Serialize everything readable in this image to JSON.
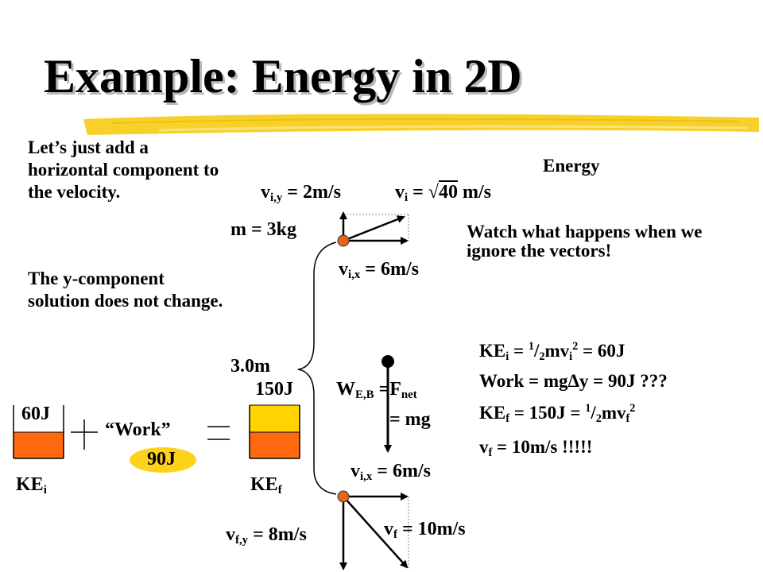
{
  "slide": {
    "title": "Example:  Energy in 2D",
    "intro_1": "Let’s just add a horizontal component to the velocity.",
    "intro_2": "The y-component solution does not change.",
    "energy_heading": "Energy",
    "watch_note": "Watch what happens when we ignore the vectors!"
  },
  "top_diagram": {
    "viy_sym": "v",
    "viy_sub": "i,y",
    "viy_val": " = 2m/s",
    "vi_sym": "v",
    "vi_sub": "i",
    "vi_eq": " = √",
    "vi_rad": "40",
    "vi_unit": "  m/s",
    "mass": "m = 3kg",
    "vix_sym": "v",
    "vix_sub": "i,x",
    "vix_val": " = 6m/s"
  },
  "middle": {
    "height": "3.0m",
    "w_sym": "W",
    "w_sub": "E,B",
    "w_eq": " =F",
    "w_sub2": "net",
    "mg": "= mg",
    "vix2_sym": "v",
    "vix2_sub": "i,x",
    "vix2_val": " = 6m/s"
  },
  "bars": {
    "kei_value": "60J",
    "kei_sym": "KE",
    "kei_sub": "i",
    "work_label": "“Work”",
    "work_value": "90J",
    "kef_value": "150J",
    "kef_sym": "KE",
    "kef_sub": "f"
  },
  "equations": {
    "e1_a": "KE",
    "e1_b": "i",
    "e1_c": " = ",
    "e1_d": "1",
    "e1_e": "/",
    "e1_f": "2",
    "e1_g": "mv",
    "e1_h": "i",
    "e1_i": "2",
    "e1_j": " = 60J",
    "e2": "Work = mgΔy = 90J ???",
    "e3_a": "KE",
    "e3_b": "f",
    "e3_c": " =  150J  = ",
    "e3_d": "1",
    "e3_e": "/",
    "e3_f": "2",
    "e3_g": "mv",
    "e3_h": "f",
    "e3_i": "2",
    "e4_a": "v",
    "e4_b": "f",
    "e4_c": " =  10m/s !!!!!"
  },
  "bottom_diagram": {
    "vfy_sym": "v",
    "vfy_sub": "f,y",
    "vfy_val": " = 8m/s",
    "vf_sym": "v",
    "vf_sub": "f",
    "vf_val": " = 10m/s"
  },
  "colors": {
    "ball": "#e8641c",
    "bar_orange": "#ff6a10",
    "bar_yellow": "#ffd400",
    "work_oval": "#ffd21a",
    "underline": "#f7d02a"
  }
}
